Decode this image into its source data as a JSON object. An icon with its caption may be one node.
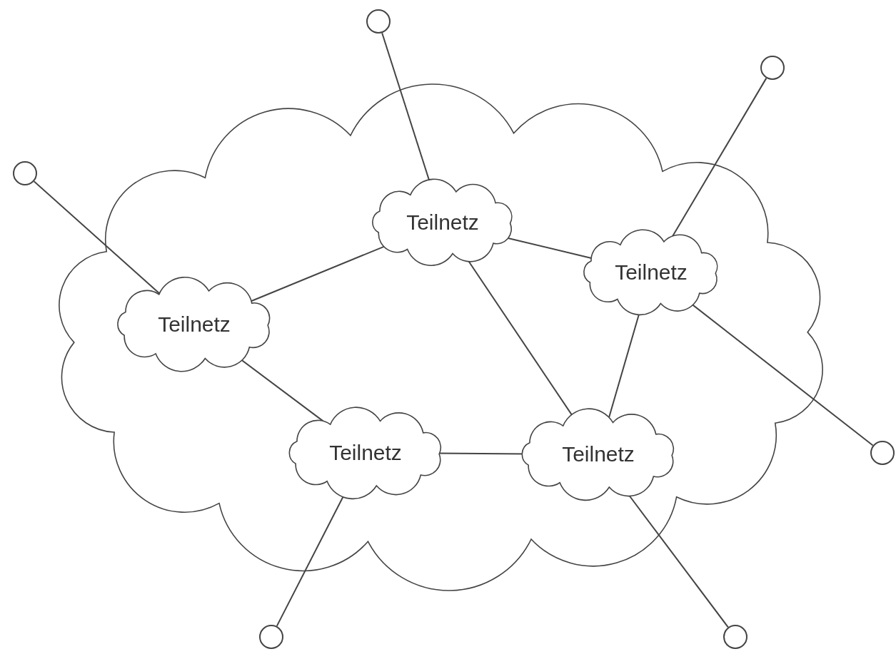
{
  "diagram": {
    "nodes": [
      {
        "text": [],
        "shape": "cloud"
      },
      {
        "text": [
          "Teilnetz"
        ],
        "in": 0
      },
      {
        "text": [
          "Teilnetz"
        ],
        "in": 0
      },
      {
        "text": [
          "Teilnetz"
        ],
        "in": 0
      },
      {
        "text": [
          "Teilnetz"
        ],
        "in": 0
      },
      {
        "text": [
          "Teilnetz"
        ],
        "in": 0
      },
      {
        "text": [],
        "shape": "circle"
      },
      {
        "text": [],
        "shape": "circle"
      },
      {
        "text": [],
        "shape": "circle"
      },
      {
        "text": [],
        "shape": "circle"
      },
      {
        "text": [],
        "shape": "circle"
      },
      {
        "text": [],
        "shape": "circle"
      }
    ],
    "edges": [
      {
        "from": 6,
        "to": 1,
        "arrow": "none"
      },
      {
        "from": 7,
        "to": 2,
        "arrow": "none"
      },
      {
        "from": 8,
        "to": 3,
        "arrow": "none"
      },
      {
        "from": 2,
        "to": 9,
        "arrow": "none"
      },
      {
        "from": 4,
        "to": 10,
        "arrow": "none"
      },
      {
        "from": 5,
        "to": 11,
        "arrow": "none"
      },
      {
        "from": 3,
        "to": 1,
        "arrow": "none"
      },
      {
        "from": 1,
        "to": 2,
        "arrow": "none"
      },
      {
        "from": 3,
        "to": 4,
        "arrow": "none"
      },
      {
        "from": 4,
        "to": 5,
        "arrow": "none"
      },
      {
        "from": 1,
        "to": 5,
        "arrow": "none"
      },
      {
        "from": 2,
        "to": 5,
        "arrow": "none"
      }
    ]
  }
}
